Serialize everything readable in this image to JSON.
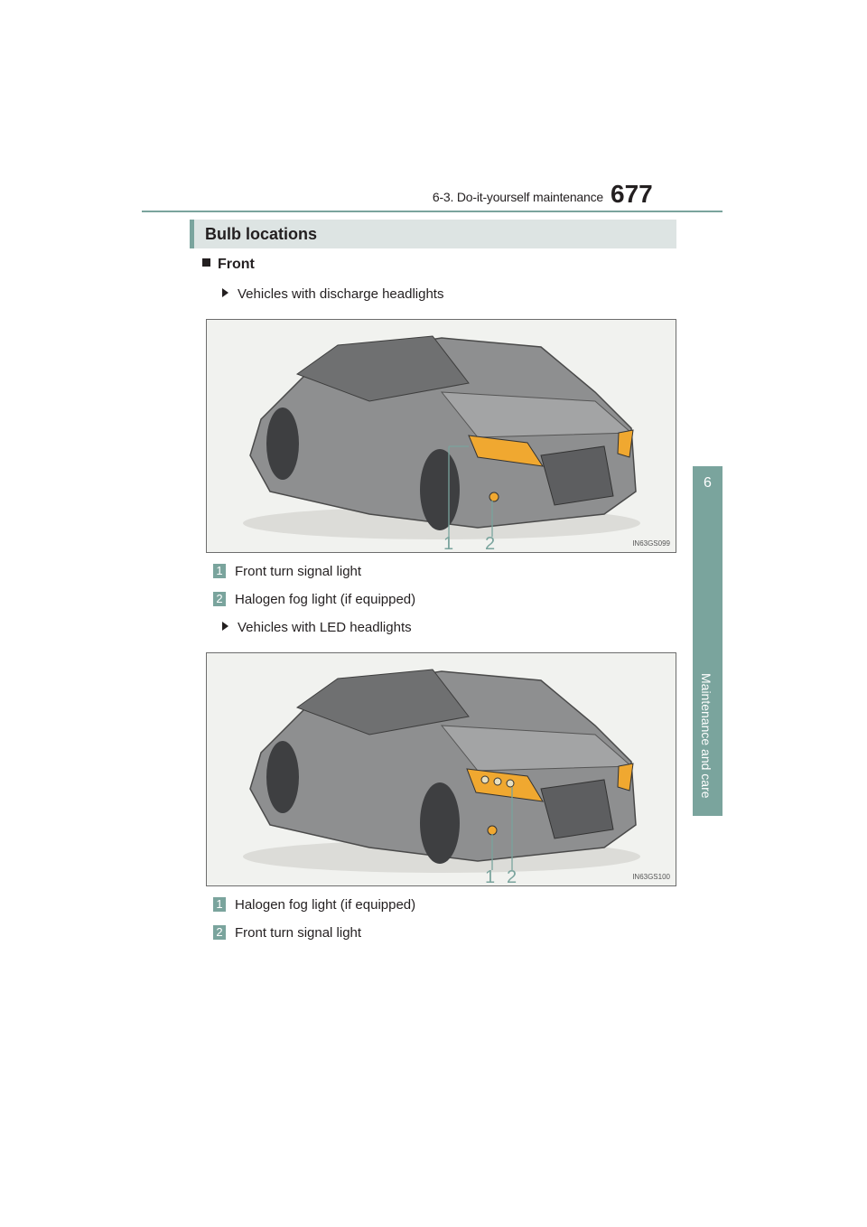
{
  "header": {
    "section_ref": "6-3. Do-it-yourself maintenance",
    "page_number": "677"
  },
  "side_tab": {
    "number": "6",
    "label": "Maintenance and care"
  },
  "section": {
    "title": "Bulb locations",
    "sub_heading": "Front"
  },
  "figures": [
    {
      "variant": "Vehicles with discharge headlights",
      "code": "IN63GS099",
      "callouts": [
        "1",
        "2"
      ],
      "legend": [
        {
          "num": "1",
          "text": "Front turn signal light"
        },
        {
          "num": "2",
          "text": "Halogen fog light (if equipped)"
        }
      ]
    },
    {
      "variant": "Vehicles with LED headlights",
      "code": "IN63GS100",
      "callouts": [
        "1",
        "2"
      ],
      "legend": [
        {
          "num": "1",
          "text": "Halogen fog light (if equipped)"
        },
        {
          "num": "2",
          "text": "Front turn signal light"
        }
      ]
    }
  ],
  "colors": {
    "accent": "#7aa49d",
    "highlight": "#f0a830"
  }
}
